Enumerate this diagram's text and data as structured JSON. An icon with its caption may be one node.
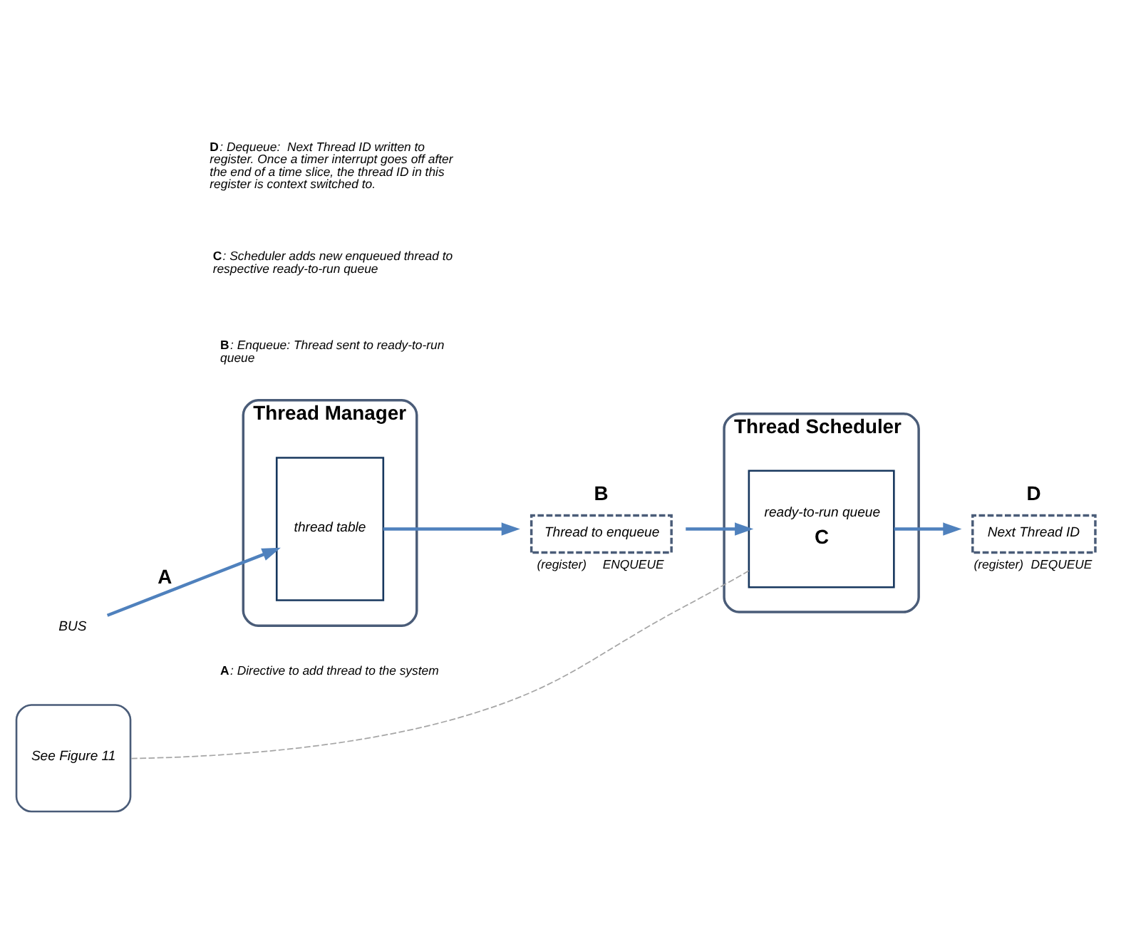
{
  "diagram": {
    "nodes": [
      {
        "text": [
          "BUS"
        ]
      },
      {
        "text": [
          "Thread Manager"
        ]
      },
      {
        "text": [
          "thread table"
        ],
        "in": 1
      },
      {
        "text": [
          "Thread to enqueue"
        ],
        "beside": [
          "B",
          "(register)",
          "ENQUEUE"
        ]
      },
      {
        "text": [
          "Thread Scheduler"
        ]
      },
      {
        "text": [
          "ready-to-run queue",
          "C"
        ],
        "in": 4
      },
      {
        "text": [
          "Next Thread ID"
        ],
        "beside": [
          "D",
          "(register)",
          "DEQUEUE"
        ]
      },
      {
        "text": [
          "See Figure 11"
        ]
      }
    ],
    "edges": [
      {
        "from": 0,
        "to": 2,
        "arrow": "to",
        "label": "A"
      },
      {
        "from": 2,
        "to": 3,
        "arrow": "to"
      },
      {
        "from": 3,
        "to": 5,
        "arrow": "to"
      },
      {
        "from": 5,
        "to": 6,
        "arrow": "to"
      },
      {
        "from": 5,
        "to": 7,
        "arrow": "none",
        "style": "dashed",
        "color": "#a6a6a6"
      }
    ],
    "labels": [
      "**A**: Directive to add thread to the system",
      "**B**: Enqueue: Thread sent to ready-to-run queue",
      "**C**: Scheduler adds new enqueued thread to respective ready-to-run queue",
      "**D**: Dequeue:  Next Thread ID written to register. Once a timer interrupt goes off after the end of a time slice, the thread ID in this register is context switched to."
    ]
  }
}
